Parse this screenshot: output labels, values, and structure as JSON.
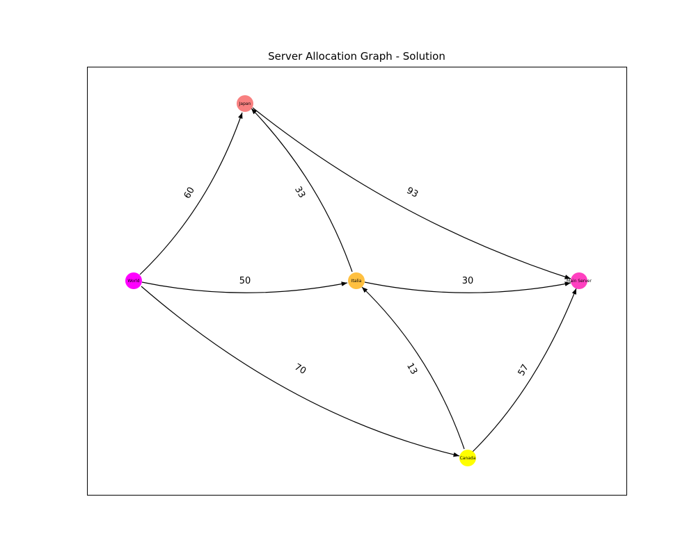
{
  "title": "Server Allocation Graph - Solution",
  "nodes": {
    "world": {
      "label": "World",
      "color": "#ff00ff"
    },
    "japan": {
      "label": "Japan",
      "color": "#f88080"
    },
    "italia": {
      "label": "Italia",
      "color": "#ffc040"
    },
    "canada": {
      "label": "Canada",
      "color": "#ffff00"
    },
    "main": {
      "label": "Main Server",
      "color": "#ff40c0"
    }
  },
  "edges": {
    "world_japan": {
      "from": "World",
      "to": "Japan",
      "weight": "60"
    },
    "world_italia": {
      "from": "World",
      "to": "Italia",
      "weight": "50"
    },
    "world_canada": {
      "from": "World",
      "to": "Canada",
      "weight": "70"
    },
    "italia_japan": {
      "from": "Italia",
      "to": "Japan",
      "weight": "33"
    },
    "japan_main": {
      "from": "Japan",
      "to": "Main Server",
      "weight": "93"
    },
    "italia_main": {
      "from": "Italia",
      "to": "Main Server",
      "weight": "30"
    },
    "canada_italia": {
      "from": "Canada",
      "to": "Italia",
      "weight": "13"
    },
    "canada_main": {
      "from": "Canada",
      "to": "Main Server",
      "weight": "57"
    }
  }
}
